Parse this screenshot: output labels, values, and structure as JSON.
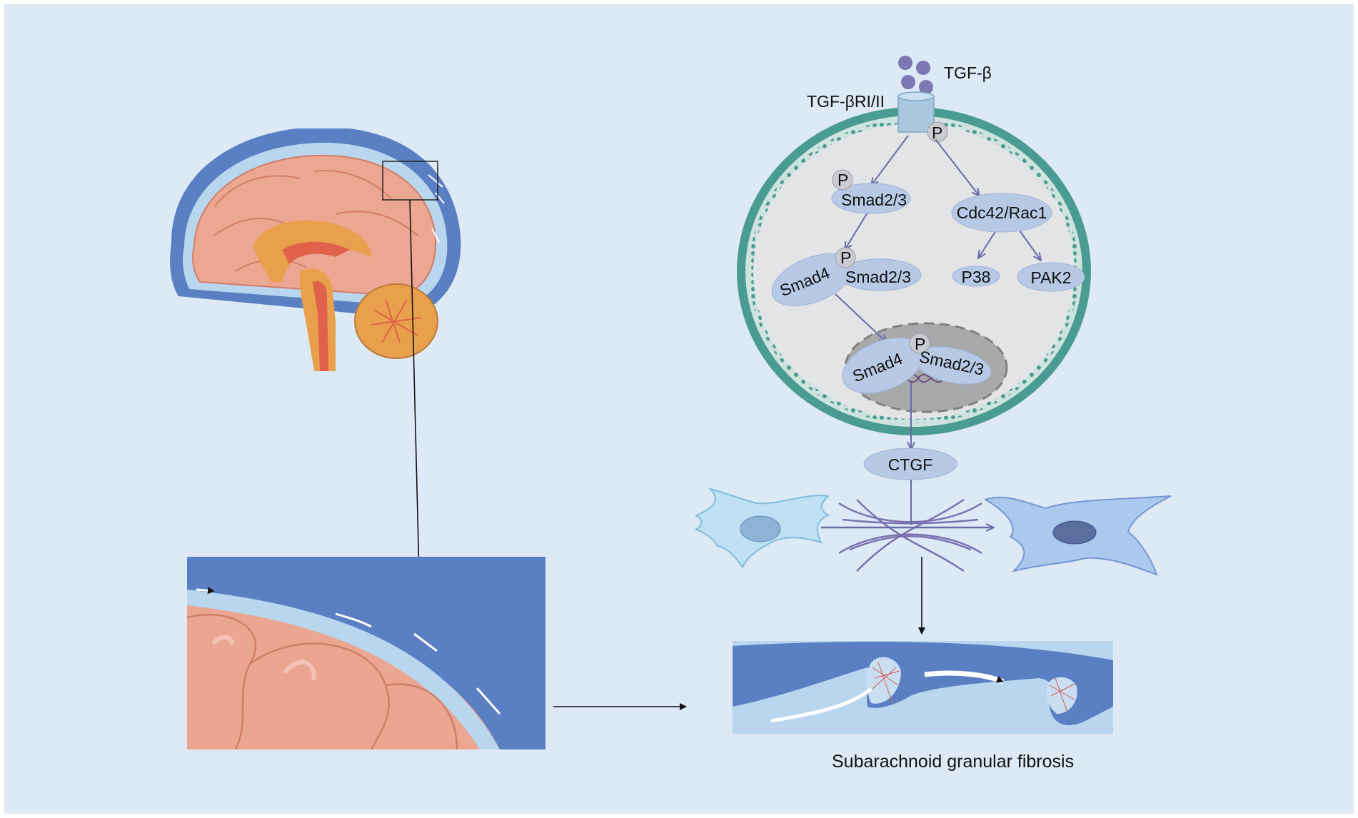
{
  "labels": {
    "tgf_beta": "TGF-β",
    "receptor": "TGF-βRI/II",
    "phospho": "P",
    "smad23": "Smad2/3",
    "smad4": "Smad4",
    "cdc42_rac1": "Cdc42/Rac1",
    "p38": "P38",
    "pak2": "PAK2",
    "ctgf": "CTGF",
    "caption": "Subarachnoid granular fibrosis"
  },
  "colors": {
    "background": "#dde9f5",
    "cell_body": "#e3e4e6",
    "membrane": "#4a9c92",
    "protein": "#b8c9e6",
    "pathway_arrow": "#6a6aa8",
    "dura": "#5c7fc0",
    "csf": "#b9d6ef",
    "brain_tissue": "#eba692",
    "ligand": "#7b78b4"
  }
}
